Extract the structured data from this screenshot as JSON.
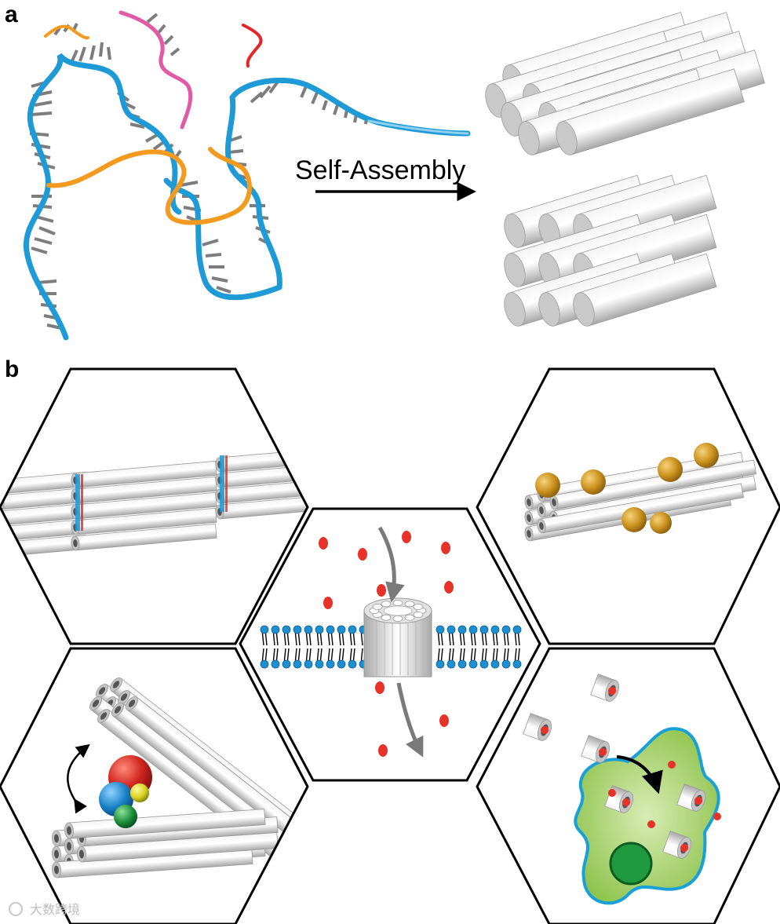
{
  "panel_a": {
    "letter": "a",
    "arrow_label": "Self-Assembly"
  },
  "panel_b": {
    "letter": "b"
  },
  "watermark": "大数跨境",
  "colors": {
    "strand_blue": "#1e9bd7",
    "strand_orange": "#f39a1f",
    "strand_pink": "#e05aa6",
    "strand_red": "#e2262a",
    "base_grey": "#7d7d7d",
    "tube_grey": "#c9c9c9",
    "particle_gold": "#c9911c",
    "cargo_red": "#e63229",
    "lipid_head_blue": "#1b8fd0",
    "cell_green": "#9ccd4f",
    "cell_outline": "#1aa0d8",
    "nucleus_green": "#1f9a3f"
  }
}
